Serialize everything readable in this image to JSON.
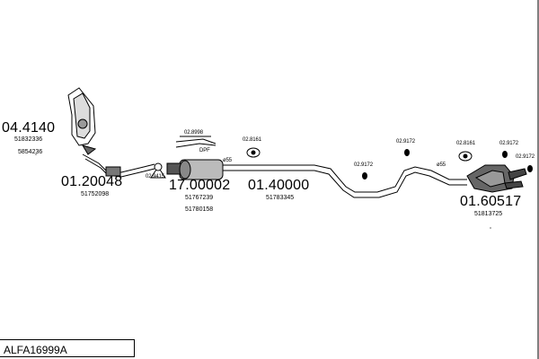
{
  "diagram": {
    "title": "ALFA16999A",
    "parts": [
      {
        "part_no": "04.4140",
        "refs": [
          "51832336",
          "5854236"
        ]
      },
      {
        "part_no": "01.20048",
        "refs": [
          "51752098"
        ]
      },
      {
        "part_no": "17.00002",
        "refs": [
          "51767239",
          "51780158"
        ]
      },
      {
        "part_no": "01.40000",
        "refs": [
          "51783345"
        ]
      },
      {
        "part_no": "01.60517",
        "refs": [
          "51813725"
        ]
      }
    ],
    "accessories": {
      "a_8998": "02.8998",
      "a_9415": "02.9415",
      "a_8161_mid": "02.8161",
      "a_9172_mid": "02.9172",
      "a_9172_a": "02.9172",
      "a_8161_rear": "02.8161",
      "a_9172_b": "02.9172",
      "a_9172_c": "02.9172"
    },
    "labels": {
      "dpf": "DPF",
      "dia_front": "ø55",
      "dia_rear": "ø55"
    }
  }
}
